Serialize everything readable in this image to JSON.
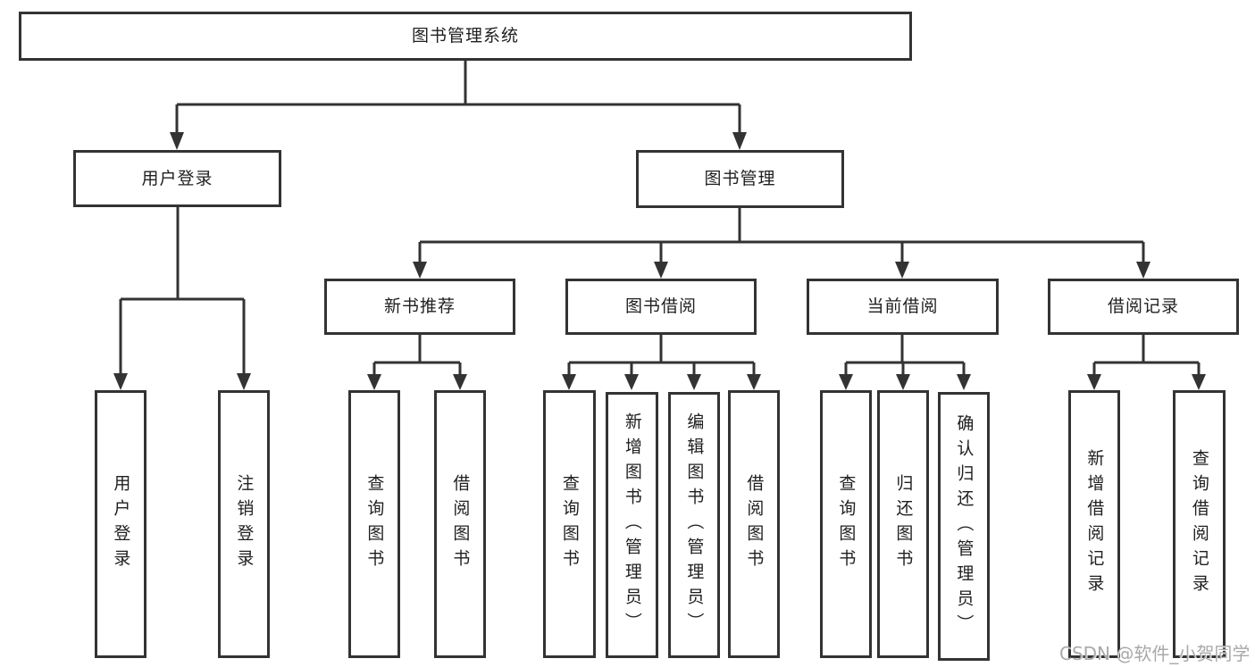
{
  "diagram": {
    "title": "图书管理系统",
    "level2": {
      "user_login": "用户登录",
      "book_mgmt": "图书管理"
    },
    "user_login_children": {
      "login": "用户登录",
      "logout": "注销登录"
    },
    "book_mgmt_children": {
      "new_book_rec": "新书推荐",
      "book_borrow": "图书借阅",
      "current_borrow": "当前借阅",
      "borrow_record": "借阅记录"
    },
    "new_book_rec_children": {
      "query_book": "查询图书",
      "borrow_book": "借阅图书"
    },
    "book_borrow_children": {
      "query_book": "查询图书",
      "add_book": "新增图书（管理员）",
      "edit_book": "编辑图书（管理员）",
      "borrow_book": "借阅图书"
    },
    "current_borrow_children": {
      "query_book": "查询图书",
      "return_book": "归还图书",
      "confirm_return": "确认归还（管理员）"
    },
    "borrow_record_children": {
      "add_record": "新增借阅记录",
      "query_record": "查询借阅记录"
    }
  },
  "watermark": "CSDN @软件_小贺同学",
  "colors": {
    "line": "#333333",
    "box_border": "#333333",
    "box_fill": "#ffffff",
    "text": "#1f1f1f",
    "watermark": "#a9a9a9",
    "bg": "#ffffff"
  }
}
